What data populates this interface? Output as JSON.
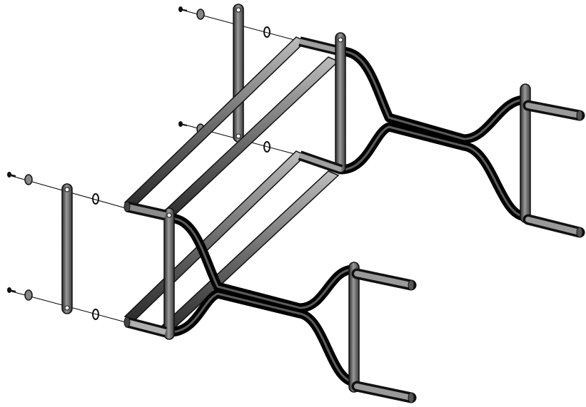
{
  "drawing": {
    "kind": "exploded-isometric-assembly",
    "text_labels": [],
    "colors": {
      "background": "#ffffff",
      "outline": "#000000",
      "steel_dark": "#1a1a1a",
      "steel_mid": "#5a5a5a",
      "steel_light": "#a8a8a8",
      "tube_black": "#0b0b0b"
    },
    "parts": [
      "bent-tube-frame-upper",
      "bent-tube-frame-lower",
      "side-rail-upper",
      "side-rail-lower",
      "upright-post-rear",
      "upright-post-front",
      "cross-bar-top",
      "cross-bar-bottom",
      "end-cap-tube",
      "loose-link-bar",
      "bolt",
      "washer",
      "assembly-line"
    ]
  }
}
